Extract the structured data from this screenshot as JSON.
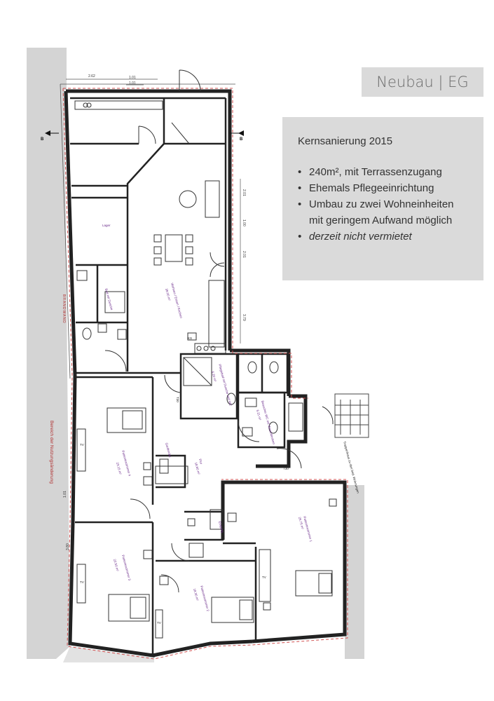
{
  "header": {
    "title": "Neubau | EG"
  },
  "info": {
    "heading": "Kernsanierung 2015",
    "bullets": [
      "240m², mit Terrassenzugang",
      "Ehemals Pflegeeinrichtung",
      "Umbau zu zwei Wohneinheiten mit geringem Aufwand möglich",
      "derzeit nicht vermietet"
    ]
  },
  "plan": {
    "section_mark": "B",
    "dimensions": {
      "top_left": "2.62",
      "top_mid_a": "1.01",
      "top_mid_b": "1.01",
      "right_a": "2.01",
      "right_b": "1.00",
      "right_c": "2.01",
      "right_d": "3.79",
      "left_a": "1.01",
      "left_b": "3.80"
    },
    "labels": {
      "brandwand": "BRANDWAND",
      "nutzungsaenderung": "Bereich der Nutzungsänderung",
      "lager": "Lager",
      "wohnen": "Wohnen / Essen / Kochen",
      "wohnen_area": "39.00 m²",
      "duschbad": "Bad mit Dusche",
      "bad_wc": "Pflegebad mit Dusche und WC",
      "bad_wc_area": "6.20 m²",
      "wc": "Besucher WC mit Waschbecken",
      "wc_area": "6.21 m²",
      "flur": "Flur",
      "flur_area": "18.60 m²",
      "eingang": "Eingang",
      "garderobe": "Garderobe",
      "treppe": "Treppenhaus zu den bed. Wohnungen",
      "zimmer_1": "Patientenzimmer 1",
      "zimmer_1_area": "25.75 m²",
      "zimmer_2": "Patientenzimmer 2",
      "zimmer_2_area": "18.30 m²",
      "zimmer_3": "Patientenzimmer 3",
      "zimmer_3_area": "22.50 m²",
      "zimmer_4": "Patientenzimmer 4",
      "zimmer_4_area": "23.15 m²",
      "tv": "TV",
      "ks": "KS",
      "t30": "T30"
    }
  }
}
